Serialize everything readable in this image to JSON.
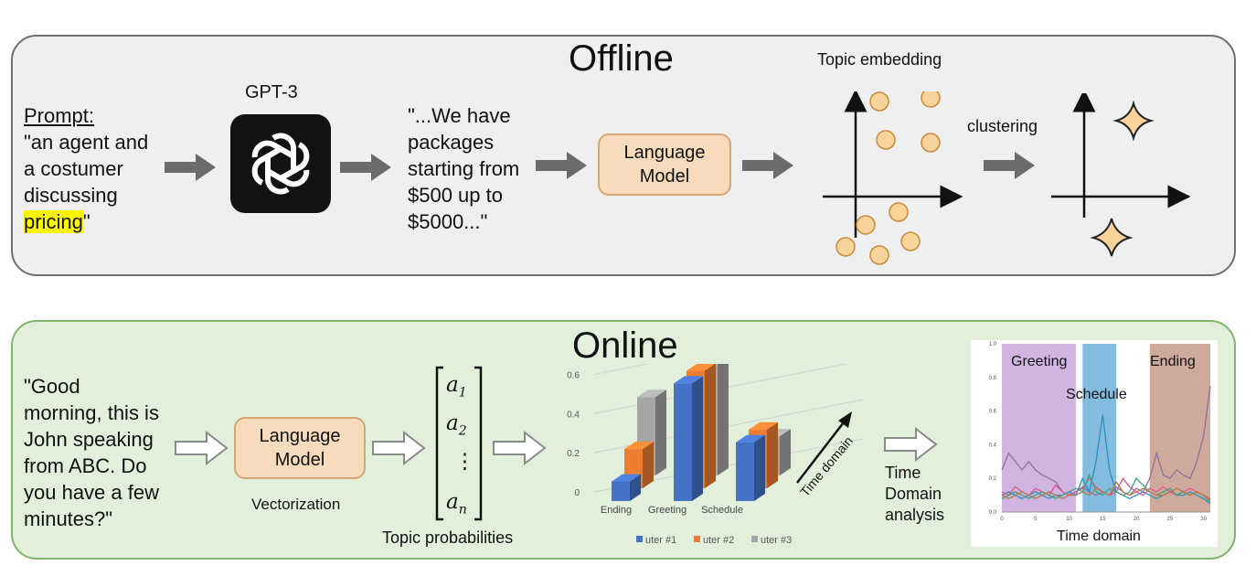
{
  "offline": {
    "title": "Offline",
    "prompt_label": "Prompt:",
    "prompt_line1": "\"an agent and",
    "prompt_line2": "a costumer",
    "prompt_line3": "discussing",
    "prompt_highlight": "pricing",
    "prompt_end": "\"",
    "gpt_label": "GPT-3",
    "output_lines": [
      "\"...We have",
      "packages",
      "starting from",
      "$500 up to",
      "$5000...\""
    ],
    "lm_line1": "Language",
    "lm_line2": "Model",
    "topic_embedding_label": "Topic embedding",
    "clustering_label": "clustering"
  },
  "online": {
    "title": "Online",
    "utterance_lines": [
      "\"Good",
      "morning, this is",
      "John speaking",
      "from ABC. Do",
      "you have a few",
      "minutes?\""
    ],
    "lm_line1": "Language",
    "lm_line2": "Model",
    "vectorization_label": "Vectorization",
    "topic_probabilities_label": "Topic probabilities",
    "matrix": {
      "a1_base": "a",
      "a1_sub": "1",
      "a2_base": "a",
      "a2_sub": "2",
      "dots": "⋮",
      "an_base": "a",
      "an_sub": "n"
    },
    "time_domain_analysis": [
      "Time",
      "Domain",
      "analysis"
    ]
  },
  "colors": {
    "offline_bg": "#efefef",
    "online_bg": "#e2f0db",
    "lm_fill": "#f6dcbc",
    "dot_fill": "#f8d39a",
    "series1": "#4472c4",
    "series2": "#ed7d31",
    "series3": "#a5a5a5"
  },
  "chart_data": [
    {
      "type": "bar",
      "categories": [
        "Ending",
        "Greeting",
        "Schedule"
      ],
      "series": [
        {
          "name": "uter #1",
          "values": [
            0.1,
            0.6,
            0.3
          ]
        },
        {
          "name": "uter #2",
          "values": [
            0.2,
            0.6,
            0.3
          ]
        },
        {
          "name": "uter #3",
          "values": [
            0.4,
            0.65,
            0.2
          ]
        }
      ],
      "yticks": [
        "0",
        "0.2",
        "0.4",
        "0.6"
      ],
      "ylim": [
        0,
        0.7
      ],
      "annotation": "Time domain"
    },
    {
      "type": "line",
      "xlabel": "Time domain",
      "xticks": [
        "0",
        "5",
        "10",
        "15",
        "20",
        "25",
        "30"
      ],
      "yticks": [
        "0.0",
        "0.2",
        "0.4",
        "0.6",
        "0.8",
        "1.0"
      ],
      "ylim": [
        0,
        1.0
      ],
      "xlim": [
        0,
        31
      ],
      "regions": [
        {
          "label": "Greeting",
          "start": 0,
          "end": 11,
          "color": "#c9a7dd"
        },
        {
          "label": "Schedule",
          "start": 12,
          "end": 17,
          "color": "#6fb0d9"
        },
        {
          "label": "Ending",
          "start": 22,
          "end": 31,
          "color": "#c89a8c"
        }
      ],
      "series": [
        {
          "color": "#8e6f9e",
          "values": [
            0.25,
            0.35,
            0.3,
            0.25,
            0.3,
            0.25,
            0.22,
            0.2,
            0.18,
            0.12,
            0.1,
            0.12,
            0.15,
            0.12,
            0.1,
            0.12,
            0.1,
            0.15,
            0.12,
            0.1,
            0.14,
            0.12,
            0.2,
            0.35,
            0.22,
            0.2,
            0.25,
            0.22,
            0.2,
            0.3,
            0.45,
            0.75
          ]
        },
        {
          "color": "#2a8fc0",
          "values": [
            0.1,
            0.12,
            0.1,
            0.08,
            0.1,
            0.12,
            0.1,
            0.08,
            0.1,
            0.1,
            0.12,
            0.1,
            0.2,
            0.12,
            0.3,
            0.58,
            0.25,
            0.12,
            0.1,
            0.08,
            0.1,
            0.12,
            0.1,
            0.08,
            0.1,
            0.12,
            0.1,
            0.1,
            0.12,
            0.1,
            0.08,
            0.05
          ]
        },
        {
          "color": "#e0588a",
          "values": [
            0.12,
            0.1,
            0.15,
            0.12,
            0.1,
            0.14,
            0.12,
            0.1,
            0.16,
            0.12,
            0.1,
            0.12,
            0.14,
            0.2,
            0.15,
            0.12,
            0.1,
            0.12,
            0.2,
            0.15,
            0.12,
            0.1,
            0.14,
            0.12,
            0.15,
            0.12,
            0.1,
            0.12,
            0.14,
            0.12,
            0.1,
            0.08
          ]
        },
        {
          "color": "#3aa57a",
          "values": [
            0.08,
            0.1,
            0.12,
            0.1,
            0.08,
            0.1,
            0.12,
            0.1,
            0.08,
            0.1,
            0.12,
            0.14,
            0.12,
            0.22,
            0.12,
            0.1,
            0.14,
            0.12,
            0.1,
            0.12,
            0.2,
            0.16,
            0.12,
            0.1,
            0.12,
            0.14,
            0.1,
            0.12,
            0.1,
            0.12,
            0.1,
            0.06
          ]
        },
        {
          "color": "#b07a4a",
          "values": [
            0.1,
            0.08,
            0.1,
            0.12,
            0.1,
            0.08,
            0.1,
            0.12,
            0.1,
            0.08,
            0.1,
            0.1,
            0.12,
            0.1,
            0.14,
            0.12,
            0.1,
            0.18,
            0.12,
            0.1,
            0.12,
            0.14,
            0.12,
            0.1,
            0.1,
            0.12,
            0.14,
            0.12,
            0.1,
            0.12,
            0.1,
            0.07
          ]
        }
      ]
    }
  ]
}
